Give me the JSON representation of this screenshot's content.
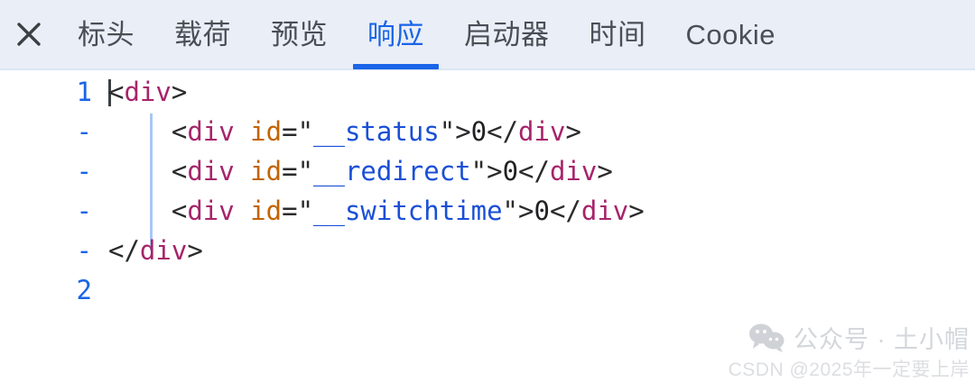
{
  "tabbar": {
    "close_icon": "close-icon",
    "tabs": [
      {
        "label": "标头",
        "name": "tab-headers",
        "active": false
      },
      {
        "label": "载荷",
        "name": "tab-payload",
        "active": false
      },
      {
        "label": "预览",
        "name": "tab-preview",
        "active": false
      },
      {
        "label": "响应",
        "name": "tab-response",
        "active": true
      },
      {
        "label": "启动器",
        "name": "tab-initiator",
        "active": false
      },
      {
        "label": "时间",
        "name": "tab-timing",
        "active": false
      },
      {
        "label": "Cookie",
        "name": "tab-cookie",
        "active": false
      }
    ],
    "active_color": "#1a64e8",
    "inactive_color": "#4a4f56",
    "background": "#eaeff7"
  },
  "code": {
    "gutter": [
      "1",
      "-",
      "-",
      "-",
      "-",
      "2"
    ],
    "lines": [
      {
        "indent": "",
        "punct_open": "<",
        "tag": "div",
        "gt": ">",
        "attr": "",
        "eq": "",
        "quote": "",
        "value": "",
        "quote2": "",
        "gt2": "",
        "text": "",
        "close": ""
      },
      {
        "indent": "    ",
        "punct_open": "<",
        "tag": "div",
        "gt": "",
        "attr": "id",
        "eq": "=",
        "quote": "\"",
        "value": "__status",
        "quote2": "\"",
        "gt2": ">",
        "text": "0",
        "close": "</div>"
      },
      {
        "indent": "    ",
        "punct_open": "<",
        "tag": "div",
        "gt": "",
        "attr": "id",
        "eq": "=",
        "quote": "\"",
        "value": "__redirect",
        "quote2": "\"",
        "gt2": ">",
        "text": "0",
        "close": "</div>"
      },
      {
        "indent": "    ",
        "punct_open": "<",
        "tag": "div",
        "gt": "",
        "attr": "id",
        "eq": "=",
        "quote": "\"",
        "value": "__switchtime",
        "quote2": "\"",
        "gt2": ">",
        "text": "0",
        "close": "</div>"
      },
      {
        "indent": "",
        "punct_open": "</",
        "tag": "div",
        "gt": ">",
        "attr": "",
        "eq": "",
        "quote": "",
        "value": "",
        "quote2": "",
        "gt2": "",
        "text": "",
        "close": ""
      },
      {
        "indent": "",
        "punct_open": "",
        "tag": "",
        "gt": "",
        "attr": "",
        "eq": "",
        "quote": "",
        "value": "",
        "quote2": "",
        "gt2": "",
        "text": "",
        "close": ""
      }
    ],
    "colors": {
      "tag": "#a6246a",
      "attribute": "#c26401",
      "value": "#1a4fd6",
      "punctuation": "#2b2b2b",
      "gutter": "#1a64e8",
      "indent_guide": "#a8c7f5",
      "background": "#ffffff"
    }
  },
  "watermark": {
    "icon": "wechat-icon",
    "title": "公众号 · 土小帽",
    "subtitle": "CSDN @2025年一定要上岸"
  }
}
